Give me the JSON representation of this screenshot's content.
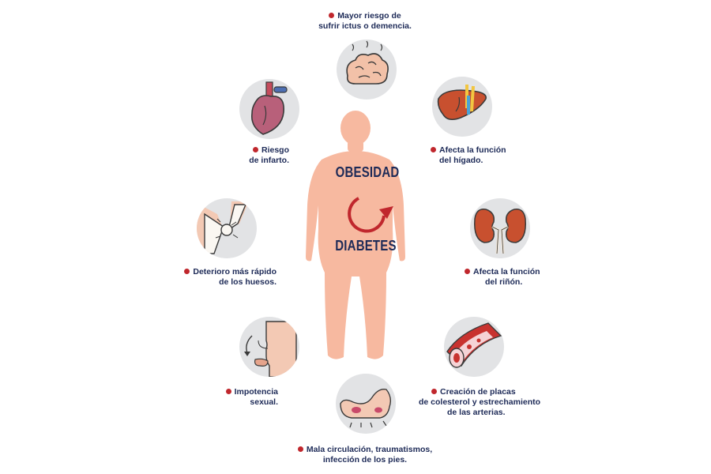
{
  "center": {
    "top_word": "OBESIDAD",
    "bottom_word": "DIABETES",
    "skin_color": "#f7b9a0",
    "accent_color": "#c0272d",
    "text_color": "#1d2a57"
  },
  "items": [
    {
      "icon": "brain-icon",
      "lines": [
        "Mayor riesgo de",
        "sufrir ictus o demencia."
      ]
    },
    {
      "icon": "heart-icon",
      "lines": [
        "Riesgo",
        "de infarto."
      ]
    },
    {
      "icon": "liver-icon",
      "lines": [
        "Afecta la función",
        "del hígado."
      ]
    },
    {
      "icon": "bones-icon",
      "lines": [
        "Deterioro más rápido",
        "de los huesos."
      ]
    },
    {
      "icon": "kidneys-icon",
      "lines": [
        "Afecta la función",
        "del riñón."
      ]
    },
    {
      "icon": "impotence-icon",
      "lines": [
        "Impotencia",
        "sexual."
      ]
    },
    {
      "icon": "artery-icon",
      "lines": [
        "Creación de placas",
        "de colesterol y estrechamiento",
        "de las arterias."
      ]
    },
    {
      "icon": "foot-icon",
      "lines": [
        "Mala circulación, traumatismos,",
        "infección de los pies."
      ]
    }
  ]
}
